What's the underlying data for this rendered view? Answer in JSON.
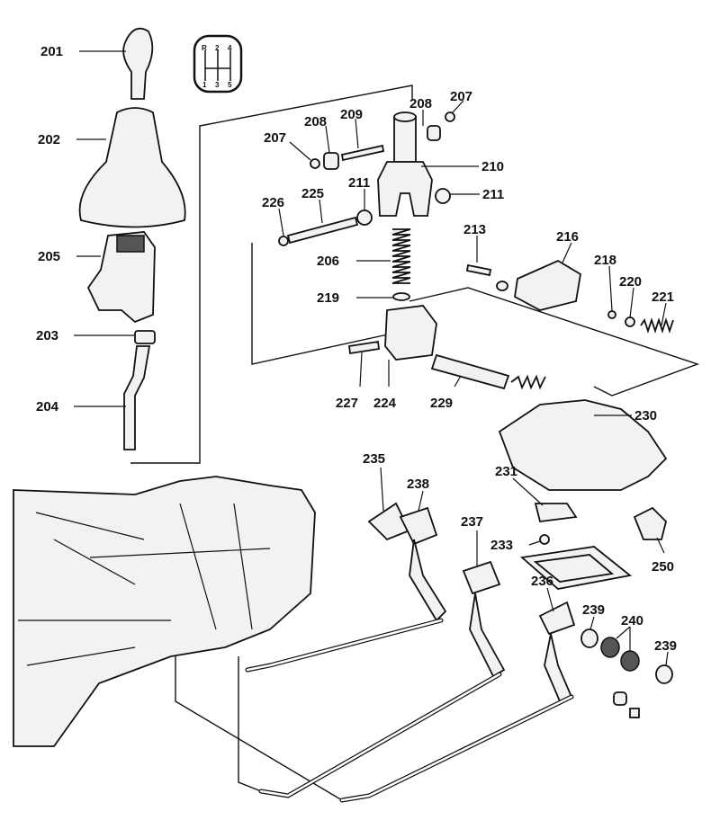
{
  "diagram": {
    "type": "exploded parts diagram",
    "shift_pattern": {
      "top": [
        "R",
        "2",
        "4"
      ],
      "bottom": [
        "1",
        "3",
        "5"
      ]
    },
    "labels": [
      "201",
      "202",
      "205",
      "203",
      "204",
      "207",
      "208",
      "209",
      "208",
      "207",
      "210",
      "211",
      "211",
      "226",
      "225",
      "206",
      "213",
      "216",
      "218",
      "220",
      "221",
      "219",
      "227",
      "224",
      "229",
      "230",
      "235",
      "238",
      "231",
      "237",
      "233",
      "250",
      "236",
      "239",
      "240",
      "239"
    ]
  }
}
